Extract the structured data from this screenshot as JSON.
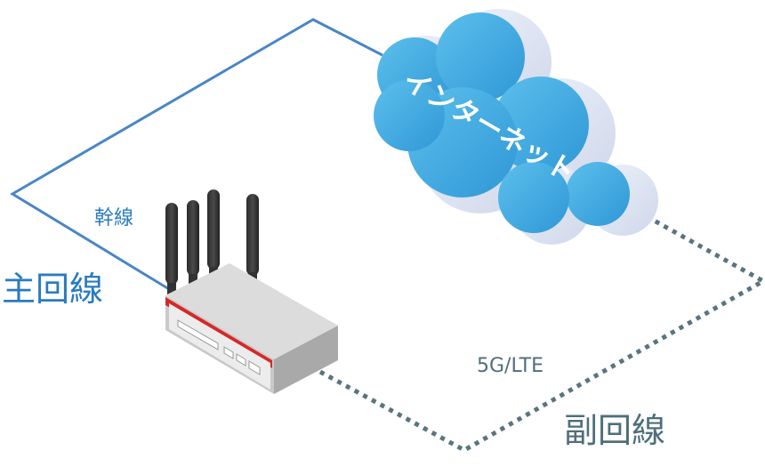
{
  "cloud": {
    "label": "インターネット"
  },
  "labels": {
    "trunk": "幹線",
    "primary": "主回線",
    "mobile": "5G/LTE",
    "secondary": "副回線"
  },
  "colors": {
    "primary_line": "#4a86c5",
    "secondary_line": "#5a7480",
    "primary_text": "#2a7bc0",
    "secondary_text": "#4f6f7a",
    "cloud_fill": "#3ea8de",
    "cloud_side": "#dfe6f4",
    "router_red": "#d62828",
    "router_body": "#d8d8d8"
  },
  "icons": {
    "cloud": "cloud-icon",
    "router": "router-icon"
  }
}
